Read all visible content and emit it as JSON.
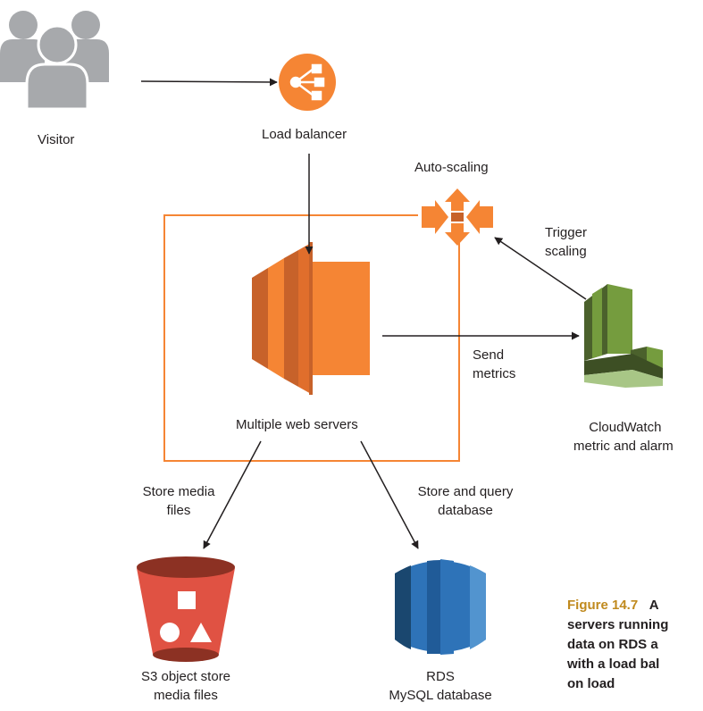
{
  "diagram": {
    "nodes": {
      "visitor": "Visitor",
      "load_balancer": "Load balancer",
      "auto_scaling": "Auto-scaling",
      "web_servers": "Multiple web servers",
      "cloudwatch_line1": "CloudWatch",
      "cloudwatch_line2": "metric and alarm",
      "s3_line1": "S3 object store",
      "s3_line2": "media files",
      "rds_line1": "RDS",
      "rds_line2": "MySQL database"
    },
    "edges": {
      "trigger_line1": "Trigger",
      "trigger_line2": "scaling",
      "send_line1": "Send",
      "send_line2": "metrics",
      "store_media_line1": "Store media",
      "store_media_line2": "files",
      "store_query_line1": "Store and query",
      "store_query_line2": "database"
    },
    "caption": {
      "number": "Figure 14.7",
      "line1": "A",
      "line2": "servers running",
      "line3": "data on RDS a",
      "line4": "with a load bal",
      "line5": "on load"
    },
    "colors": {
      "aws_orange": "#f58534",
      "aws_orange_dark": "#c7622a",
      "cloudwatch_green": "#759c3e",
      "s3_red": "#e05243",
      "rds_blue": "#2e73b8",
      "visitor_gray": "#a7a9ac",
      "caption_accent": "#c08a1e"
    },
    "icons": [
      "users-icon",
      "elb-icon",
      "autoscaling-icon",
      "ec2-icon",
      "cloudwatch-icon",
      "s3-bucket-icon",
      "rds-icon"
    ]
  }
}
